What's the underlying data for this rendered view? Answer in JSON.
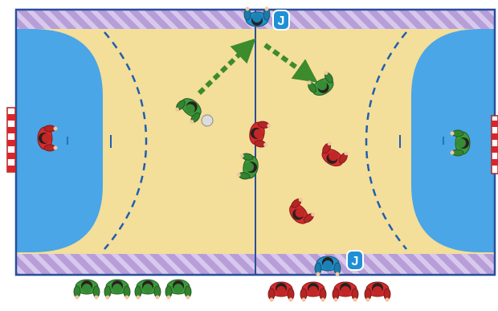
{
  "diagram": {
    "court": {
      "floor_color": "#f2dd98",
      "goal_area_color": "#4aa5e6",
      "side_band_color": "#b49ad6",
      "line_color": "#1e5fb0",
      "sideline_color": "#2a4f9a"
    },
    "player_colors": {
      "green_team": "#3c9a3a",
      "red_team": "#d52b2b",
      "coach": "#1f8fc8"
    },
    "coach_markers": [
      "J",
      "J"
    ],
    "pass_arrows": {
      "count": 2,
      "color": "#3c8b2c",
      "style": "dashed"
    },
    "ball_color": "#dcdcdc",
    "bench_green_count": 4,
    "bench_red_count": 4
  }
}
